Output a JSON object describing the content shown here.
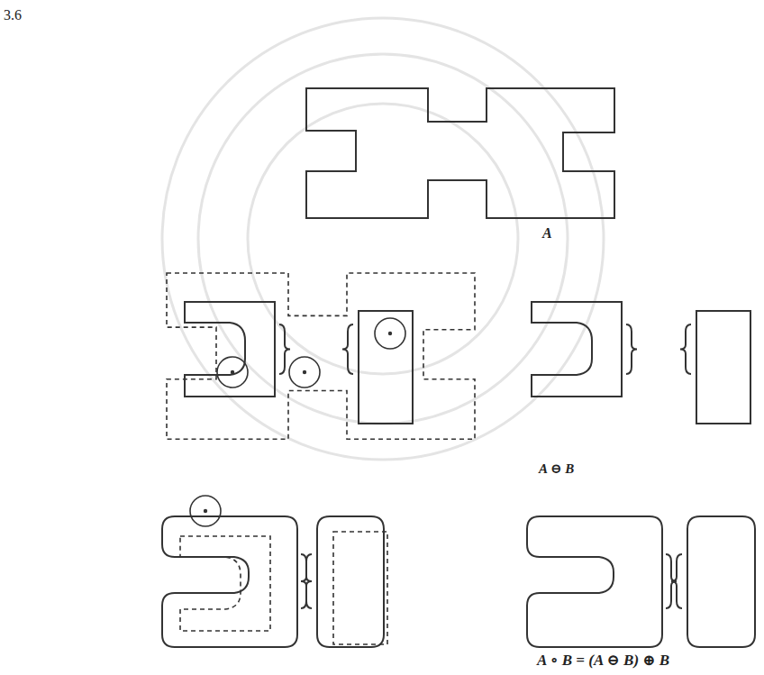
{
  "diagram": {
    "labels": [
      "3.6",
      "A",
      "A ⊖ B",
      "A ∘ B = (A ⊖ B) ⊕ B"
    ]
  }
}
